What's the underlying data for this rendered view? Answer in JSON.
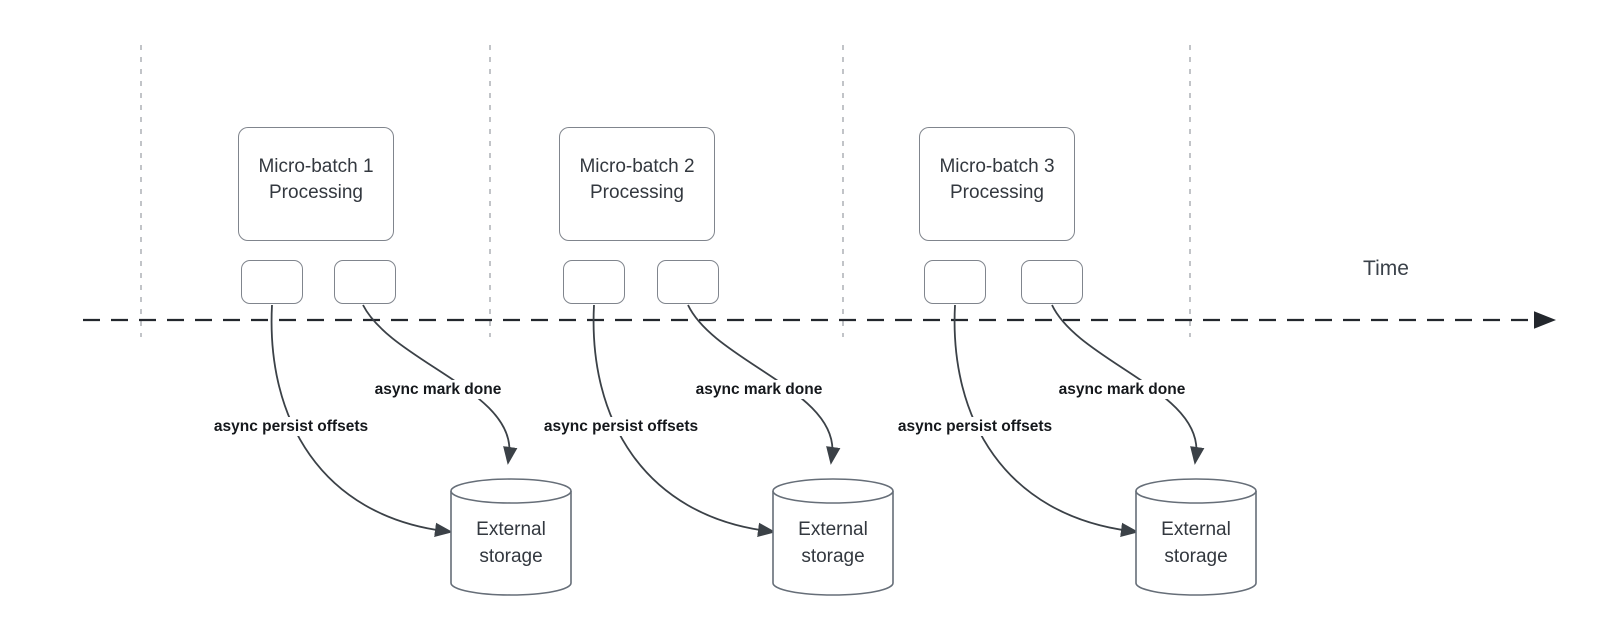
{
  "timeline": {
    "label": "Time"
  },
  "groups": [
    {
      "title_line1": "Micro-batch 1",
      "title_line2": "Processing",
      "persist_arrow_label": "async persist offsets",
      "done_arrow_label": "async mark done",
      "storage_label": "External storage"
    },
    {
      "title_line1": "Micro-batch 2",
      "title_line2": "Processing",
      "persist_arrow_label": "async persist offsets",
      "done_arrow_label": "async mark done",
      "storage_label": "External storage"
    },
    {
      "title_line1": "Micro-batch 3",
      "title_line2": "Processing",
      "persist_arrow_label": "async persist offsets",
      "done_arrow_label": "async mark done",
      "storage_label": "External storage"
    }
  ],
  "colors": {
    "background": "#ffffff",
    "box_border": "#80858d",
    "cylinder_border": "#666e78",
    "arrow": "#3b4147",
    "timeline": "#23272d",
    "guide": "#b2b6ba",
    "shape_text": "#33383f",
    "arrow_label_text": "#15181c"
  }
}
